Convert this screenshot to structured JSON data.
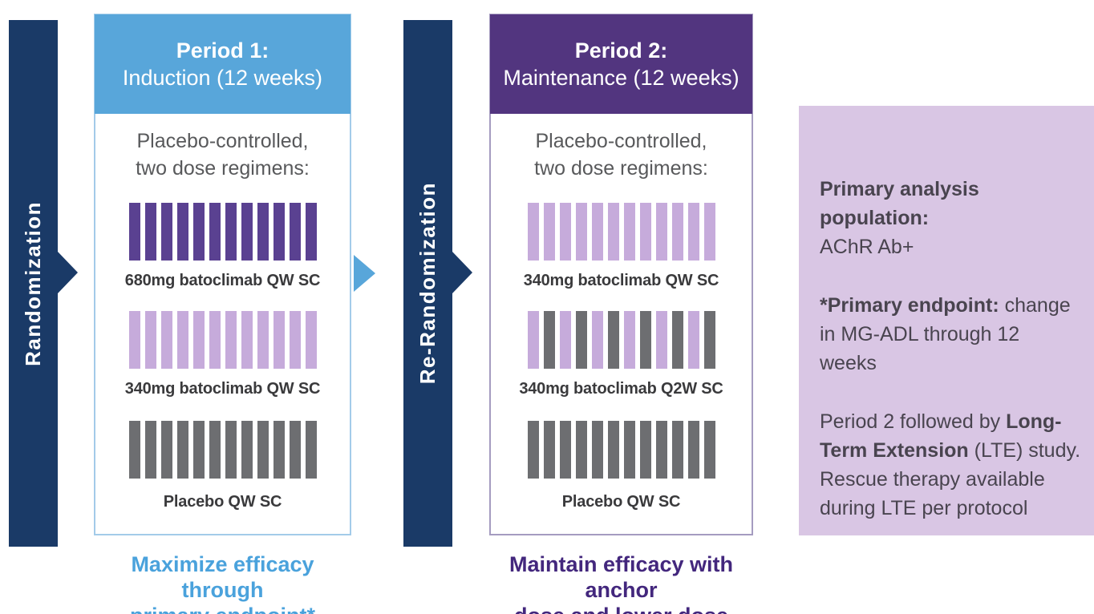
{
  "palette": {
    "navy": "#1a3a67",
    "light_blue": "#58a6da",
    "dark_purple_header": "#52357f",
    "purple_dark": "#5a4191",
    "purple_light": "#c6abdb",
    "gray": "#6d6e71",
    "lavender": "#d9c6e4",
    "caption_blue": "#4aa2dc",
    "caption_purple": "#43277d"
  },
  "randomization": {
    "label": "Randomization"
  },
  "re_randomization": {
    "label": "Re-Randomization"
  },
  "period1": {
    "title_bold": "Period 1:",
    "title_rest": "Induction (12 weeks)",
    "subtitle_line1": "Placebo-controlled,",
    "subtitle_line2": "two dose regimens:",
    "arms": [
      {
        "label": "680mg batoclimab QW SC",
        "ticks": [
          "purple_dark",
          "purple_dark",
          "purple_dark",
          "purple_dark",
          "purple_dark",
          "purple_dark",
          "purple_dark",
          "purple_dark",
          "purple_dark",
          "purple_dark",
          "purple_dark",
          "purple_dark"
        ]
      },
      {
        "label": "340mg batoclimab QW SC",
        "ticks": [
          "purple_light",
          "purple_light",
          "purple_light",
          "purple_light",
          "purple_light",
          "purple_light",
          "purple_light",
          "purple_light",
          "purple_light",
          "purple_light",
          "purple_light",
          "purple_light"
        ]
      },
      {
        "label": "Placebo QW SC",
        "ticks": [
          "gray",
          "gray",
          "gray",
          "gray",
          "gray",
          "gray",
          "gray",
          "gray",
          "gray",
          "gray",
          "gray",
          "gray"
        ]
      }
    ],
    "caption_line1": "Maximize efficacy through",
    "caption_line2": "primary endpoint*"
  },
  "period2": {
    "title_bold": "Period 2:",
    "title_rest": "Maintenance (12 weeks)",
    "subtitle_line1": "Placebo-controlled,",
    "subtitle_line2": "two dose regimens:",
    "arms": [
      {
        "label": "340mg batoclimab QW SC",
        "ticks": [
          "purple_light",
          "purple_light",
          "purple_light",
          "purple_light",
          "purple_light",
          "purple_light",
          "purple_light",
          "purple_light",
          "purple_light",
          "purple_light",
          "purple_light",
          "purple_light"
        ]
      },
      {
        "label": "340mg batoclimab Q2W SC",
        "ticks": [
          "purple_light",
          "gray",
          "purple_light",
          "gray",
          "purple_light",
          "gray",
          "purple_light",
          "gray",
          "purple_light",
          "gray",
          "purple_light",
          "gray"
        ]
      },
      {
        "label": "Placebo QW SC",
        "ticks": [
          "gray",
          "gray",
          "gray",
          "gray",
          "gray",
          "gray",
          "gray",
          "gray",
          "gray",
          "gray",
          "gray",
          "gray"
        ]
      }
    ],
    "caption_line1": "Maintain efficacy with anchor",
    "caption_line2": "dose and lower dose"
  },
  "info_panel": {
    "p1_bold": "Primary analysis population:",
    "p1_text": "AChR Ab+",
    "p2_bold": "*Primary endpoint:",
    "p2_text": " change in MG-ADL through 12 weeks",
    "p3_pre": "Period 2 followed by ",
    "p3_bold": "Long-Term Extension",
    "p3_post": " (LTE) study. Rescue therapy available during LTE per protocol"
  }
}
